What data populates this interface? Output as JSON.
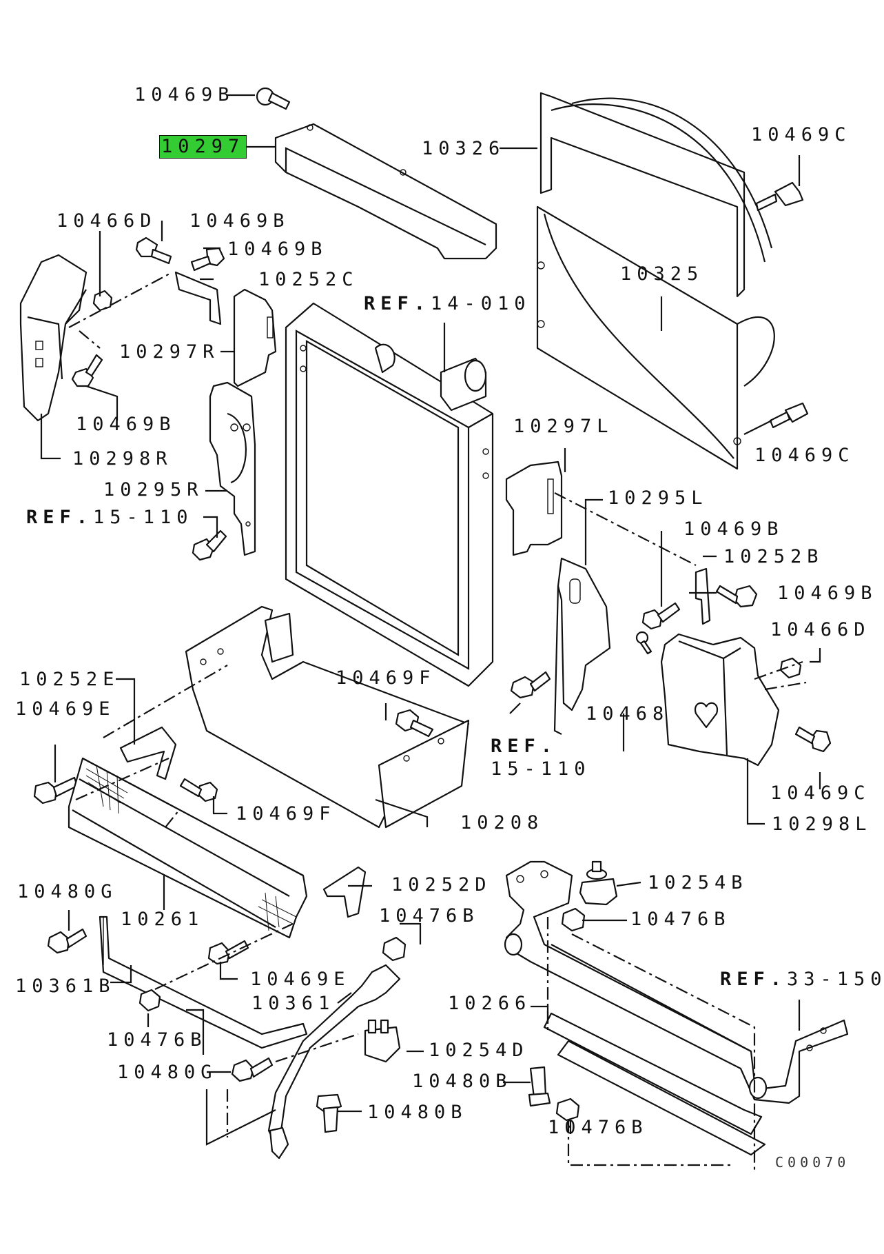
{
  "diagram_code": "C00070",
  "labels": {
    "p10469B_top": "10469B",
    "p10297": "10297",
    "p10326": "10326",
    "p10469C_a": "10469C",
    "p10466D_left": "10466D",
    "p10469B_b": "10469B",
    "p10469B_c": "10469B",
    "p10252C": "10252C",
    "ref_14_010_prefix": "REF.",
    "ref_14_010_code": "14-010",
    "p10325": "10325",
    "p10297R": "10297R",
    "p10469B_d": "10469B",
    "p10298R": "10298R",
    "p10297L": "10297L",
    "p10469C_b": "10469C",
    "p10295R": "10295R",
    "ref_15_110_a_prefix": "REF.",
    "ref_15_110_a_code": "15-110",
    "p10295L": "10295L",
    "p10469B_e": "10469B",
    "p10252B": "10252B",
    "p10469B_f": "10469B",
    "p10466D_right": "10466D",
    "p10252E": "10252E",
    "p10469F_a": "10469F",
    "p10469E_a": "10469E",
    "p10468": "10468",
    "ref_15_110_b_prefix": "REF.",
    "ref_15_110_b_code": "15-110",
    "p10469C_c": "10469C",
    "p10469F_b": "10469F",
    "p10208": "10208",
    "p10298L": "10298L",
    "p10254B": "10254B",
    "p10480G_a": "10480G",
    "p10252D": "10252D",
    "p10476B_a": "10476B",
    "p10261": "10261",
    "p10476B_b": "10476B",
    "p10469E_b": "10469E",
    "ref_33_150_prefix": "REF.",
    "ref_33_150_code": "33-150",
    "p10361B": "10361B",
    "p10361": "10361",
    "p10266": "10266",
    "p10254D": "10254D",
    "p10476B_c": "10476B",
    "p10480G_b": "10480G",
    "p10480B_a": "10480B",
    "p10480B_b": "10480B",
    "p10476B_d": "10476B"
  },
  "highlight": {
    "part": "10297",
    "color": "#33cc33"
  }
}
